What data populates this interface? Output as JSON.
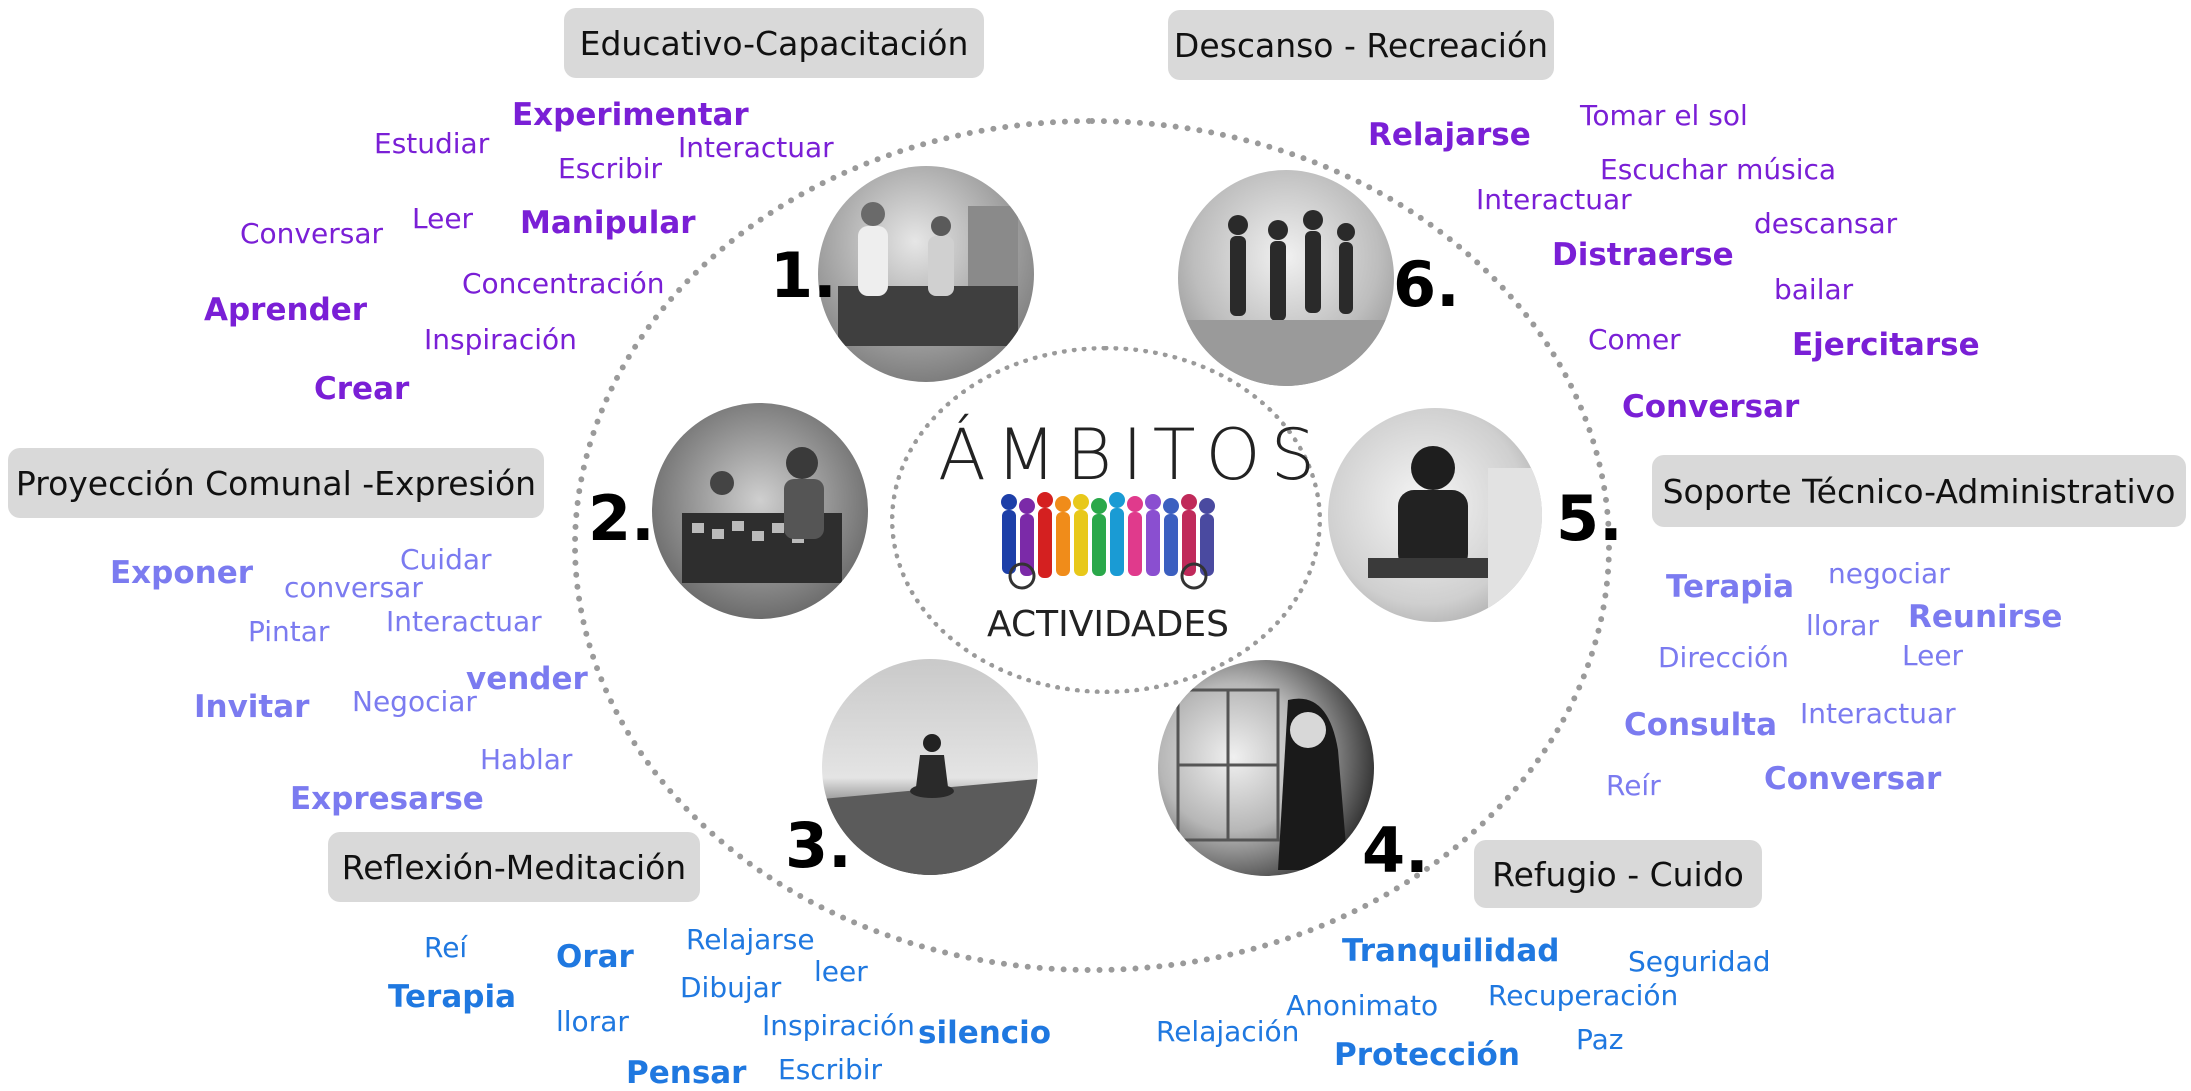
{
  "center": {
    "title": "ÁMBITOS",
    "subtitle": "ACTIVIDADES",
    "image_icon": "people-silhouettes-colorful-icon"
  },
  "colors": {
    "group1": "#7a1fd6",
    "group2": "#7b7bf0",
    "group3": "#1f78e0",
    "tag_bg": "#d9d9d9",
    "ring": "#9a9a9a"
  },
  "sections": {
    "s1": {
      "number": "1.",
      "label": "Educativo-Capacitación",
      "photo_icon": "factory-workers-photo",
      "words": {
        "experimentar": "Experimentar",
        "estudiar": "Estudiar",
        "escribir": "Escribir",
        "interactuar": "Interactuar",
        "conversar": "Conversar",
        "leer": "Leer",
        "manipular": "Manipular",
        "concentracion": "Concentración",
        "aprender": "Aprender",
        "inspiracion": "Inspiración",
        "crear": "Crear"
      }
    },
    "s2": {
      "number": "2.",
      "label": "Proyección Comunal -Expresión",
      "photo_icon": "market-stall-photo",
      "words": {
        "exponer": "Exponer",
        "cuidar": "Cuidar",
        "conversar": "conversar",
        "pintar": "Pintar",
        "interactuar": "Interactuar",
        "vender": "vender",
        "invitar": "Invitar",
        "negociar": "Negociar",
        "hablar": "Hablar",
        "expresarse": "Expresarse"
      }
    },
    "s3": {
      "number": "3.",
      "label": "Reflexión-Meditación",
      "photo_icon": "meditating-person-photo",
      "words": {
        "rei": "Reí",
        "orar": "Orar",
        "relajarse": "Relajarse",
        "terapia": "Terapia",
        "leer": "leer",
        "dibujar": "Dibujar",
        "llorar": "llorar",
        "inspiracion": "Inspiración",
        "silencio": "silencio",
        "pensar": "Pensar",
        "escribir": "Escribir"
      }
    },
    "s4": {
      "number": "4.",
      "label": "Refugio - Cuido",
      "photo_icon": "woman-at-window-photo",
      "words": {
        "tranquilidad": "Tranquilidad",
        "seguridad": "Seguridad",
        "anonimato": "Anonimato",
        "recuperacion": "Recuperación",
        "relajacion": "Relajación",
        "paz": "Paz",
        "proteccion": "Protección"
      }
    },
    "s5": {
      "number": "5.",
      "label": "Soporte Técnico-Administrativo",
      "photo_icon": "therapist-session-photo",
      "words": {
        "terapia": "Terapia",
        "negociar": "negociar",
        "reunirse": "Reunirse",
        "llorar": "llorar",
        "direccion": "Dirección",
        "leer": "Leer",
        "consulta": "Consulta",
        "interactuar": "Interactuar",
        "reir": "Reír",
        "conversar": "Conversar"
      }
    },
    "s6": {
      "number": "6.",
      "label": "Descanso - Recreación",
      "photo_icon": "group-exercise-photo",
      "words": {
        "tomar_sol": "Tomar el sol",
        "relajarse": "Relajarse",
        "escuchar_musica": "Escuchar música",
        "interactuar": "Interactuar",
        "descansar": "descansar",
        "distraerse": "Distraerse",
        "bailar": "bailar",
        "comer": "Comer",
        "ejercitarse": "Ejercitarse",
        "conversar": "Conversar"
      }
    }
  }
}
